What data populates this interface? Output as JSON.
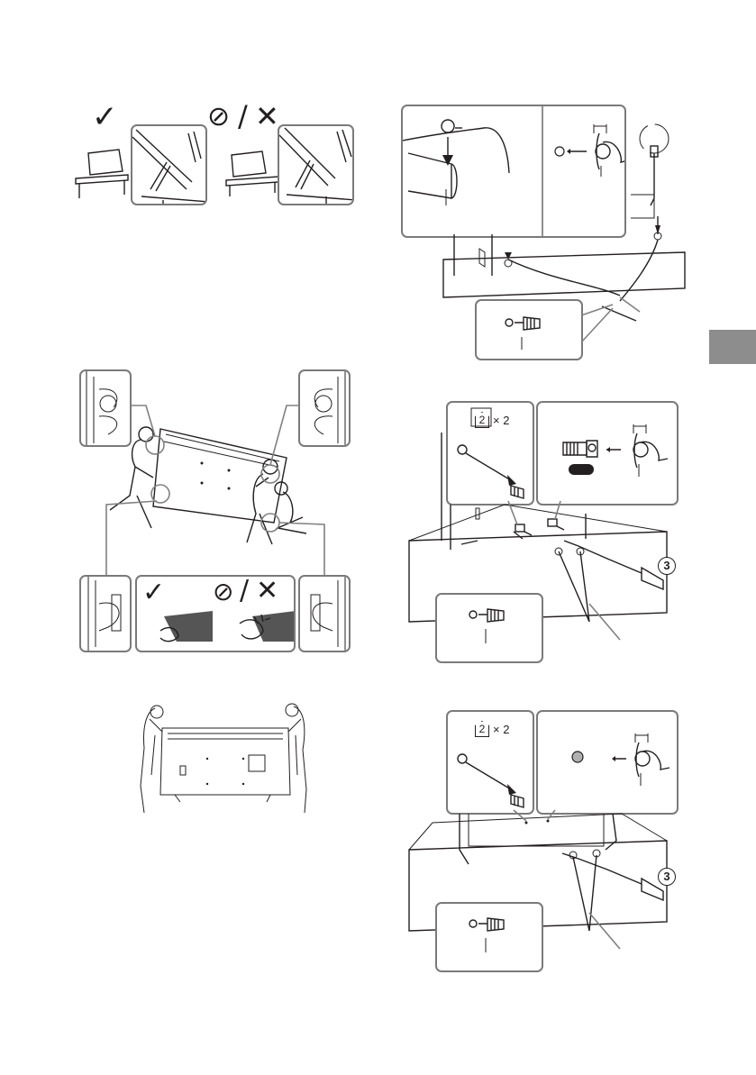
{
  "symbols": {
    "ok_mark": "✓",
    "prohibited_mark": "⃠",
    "slash": "/",
    "ng_mark": "✕"
  },
  "labels": {
    "screw_count_fig3": "2",
    "screw_multiplier_fig3": "× 2",
    "screw_count_fig4": "2",
    "screw_multiplier_fig4": "× 2",
    "screwdriver_number_fig3": "3",
    "screwdriver_number_fig4": "3"
  },
  "colors": {
    "callout_border": "#7a7a7a",
    "section_tab": "#8d8d8d",
    "line_art": "#231f20",
    "panel_fill": "#555555"
  }
}
